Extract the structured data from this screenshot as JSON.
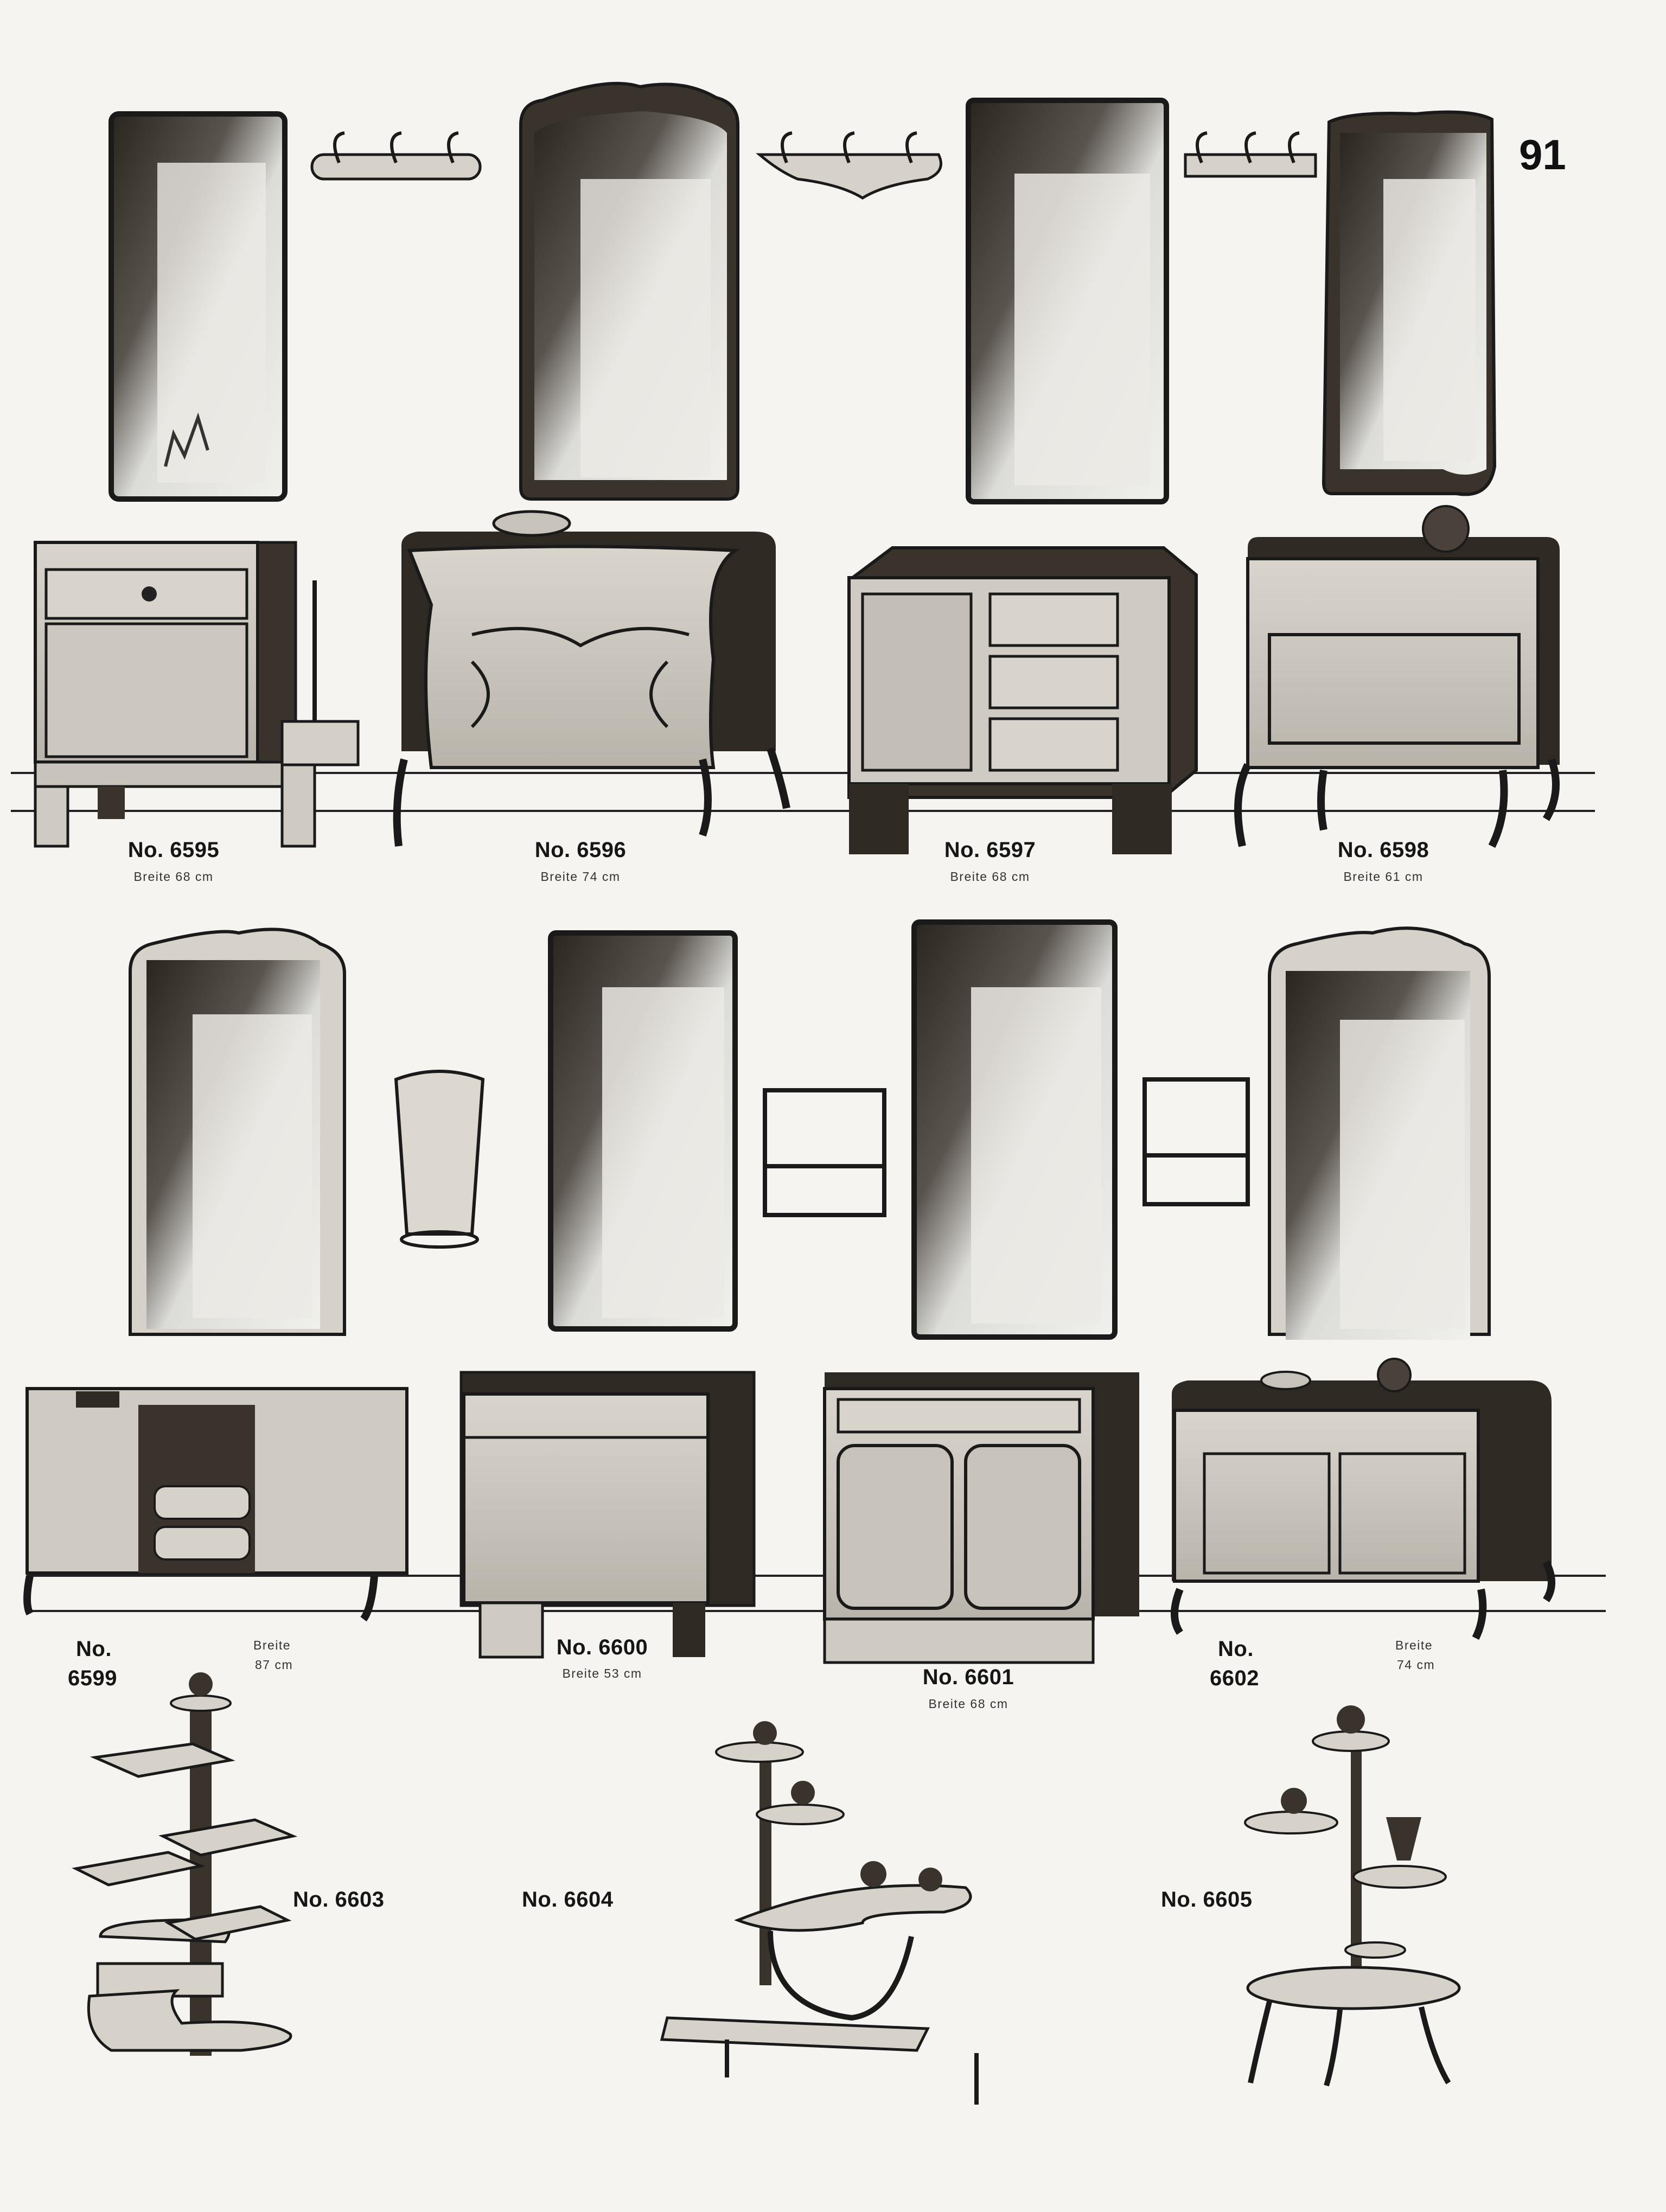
{
  "page_number": "91",
  "products": [
    {
      "no": "No. 6595",
      "width": "Breite 68 cm"
    },
    {
      "no": "No. 6596",
      "width": "Breite 74 cm"
    },
    {
      "no": "No. 6597",
      "width": "Breite 68 cm"
    },
    {
      "no": "No. 6598",
      "width": "Breite 61 cm"
    },
    {
      "no_a": "No.",
      "no_b": "6599",
      "width_a": "Breite",
      "width_b": "87 cm"
    },
    {
      "no": "No. 6600",
      "width": "Breite 53 cm"
    },
    {
      "no": "No. 6601",
      "width": "Breite 68 cm"
    },
    {
      "no_a": "No.",
      "no_b": "6602",
      "width_a": "Breite",
      "width_b": "74 cm"
    },
    {
      "no": "No. 6603"
    },
    {
      "no": "No. 6604"
    },
    {
      "no": "No. 6605"
    }
  ],
  "colors": {
    "paper": "#f5f4f1",
    "ink": "#161616",
    "dark_wood": "#3a332c",
    "mirror": "#e6e6e2",
    "cabinet": "#cfcbc3"
  }
}
